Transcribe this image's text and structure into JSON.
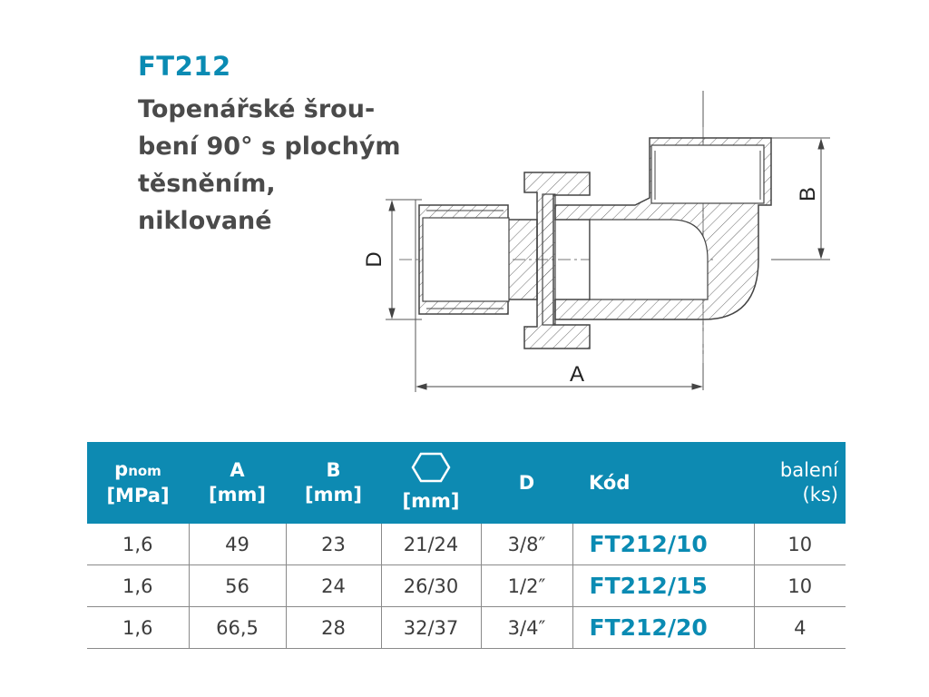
{
  "product": {
    "code": "FT212",
    "title_lines": [
      "Topenářské šrou-",
      "bení 90° s plochým",
      "těsněním,",
      "niklované"
    ]
  },
  "drawing": {
    "dimension_labels": {
      "a": "A",
      "b": "B",
      "d": "D"
    },
    "hex_icon": "hexagon-icon"
  },
  "table": {
    "header": {
      "pnom_p": "p",
      "pnom_sub": "nom",
      "pnom_unit": "[MPa]",
      "a_label": "A",
      "a_unit": "[mm]",
      "b_label": "B",
      "b_unit": "[mm]",
      "hex_unit": "[mm]",
      "d_label": "D",
      "kod_label": "Kód",
      "baleni_label": "balení",
      "baleni_unit": "(ks)"
    },
    "rows": [
      {
        "pnom": "1,6",
        "a": "49",
        "b": "23",
        "hex": "21/24",
        "d": "3/8″",
        "kod": "FT212/10",
        "baleni": "10"
      },
      {
        "pnom": "1,6",
        "a": "56",
        "b": "24",
        "hex": "26/30",
        "d": "1/2″",
        "kod": "FT212/15",
        "baleni": "10"
      },
      {
        "pnom": "1,6",
        "a": "66,5",
        "b": "28",
        "hex": "32/37",
        "d": "3/4″",
        "kod": "FT212/20",
        "baleni": "4"
      }
    ]
  },
  "colors": {
    "accent": "#0a8bb3",
    "header_bg": "#0d8ab2",
    "text": "#3d3d3d"
  }
}
